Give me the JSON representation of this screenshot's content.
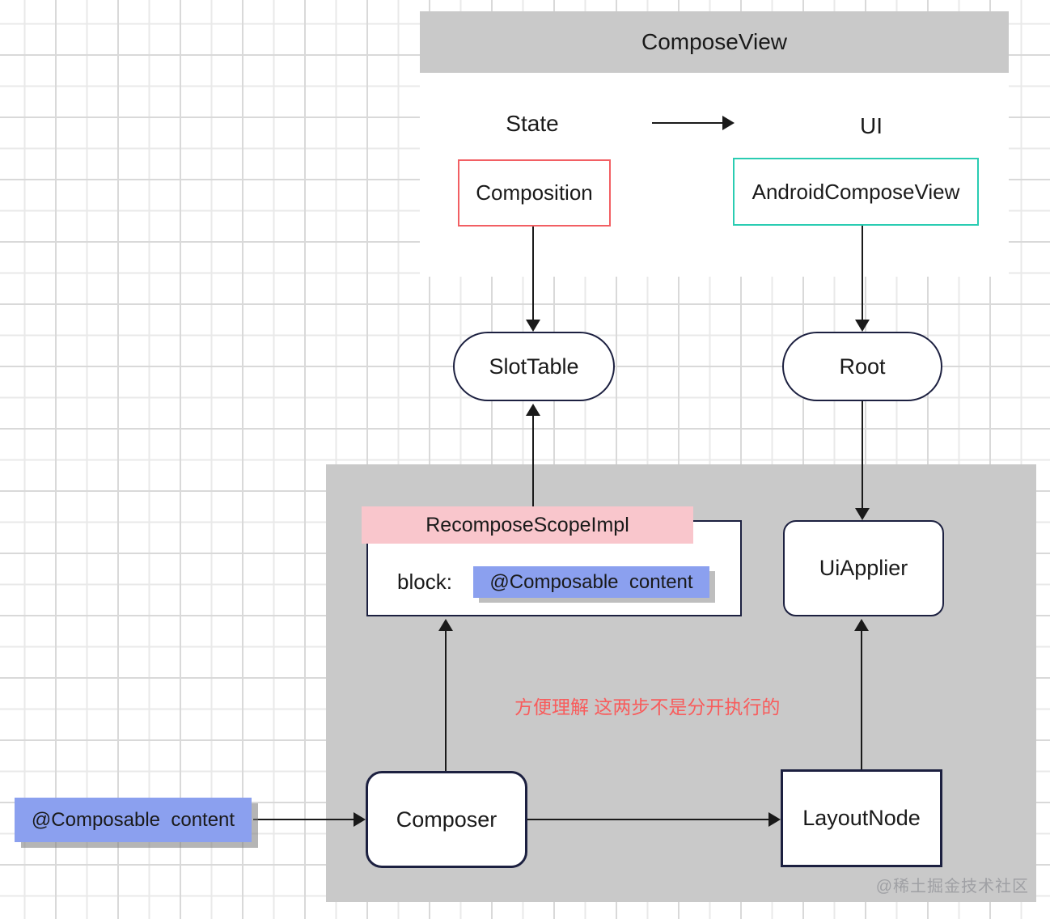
{
  "diagram": {
    "compose_view": {
      "title": "ComposeView",
      "state_label": "State",
      "ui_label": "UI",
      "composition_label": "Composition",
      "android_compose_view_label": "AndroidComposeView"
    },
    "slot_table_label": "SlotTable",
    "root_label": "Root",
    "recompose_scope": {
      "title": "RecomposeScopeImpl",
      "block_label": "block:",
      "block_value": "@Composable  content"
    },
    "ui_applier_label": "UiApplier",
    "composer_label": "Composer",
    "layout_node_label": "LayoutNode",
    "composable_content_label": "@Composable  content",
    "note_text": "方便理解 这两步不是分开执行的",
    "watermark": "@稀土掘金技术社区",
    "colors": {
      "accent_red": "#f25f63",
      "accent_teal": "#2accb2",
      "pink_highlight": "#f9c6cc",
      "blue_highlight": "#8ba0ef",
      "navy_border": "#1c2040",
      "panel_gray": "#c9c9c9",
      "note_red": "#f85c5c",
      "arrow_black": "#1a1a1a"
    }
  }
}
